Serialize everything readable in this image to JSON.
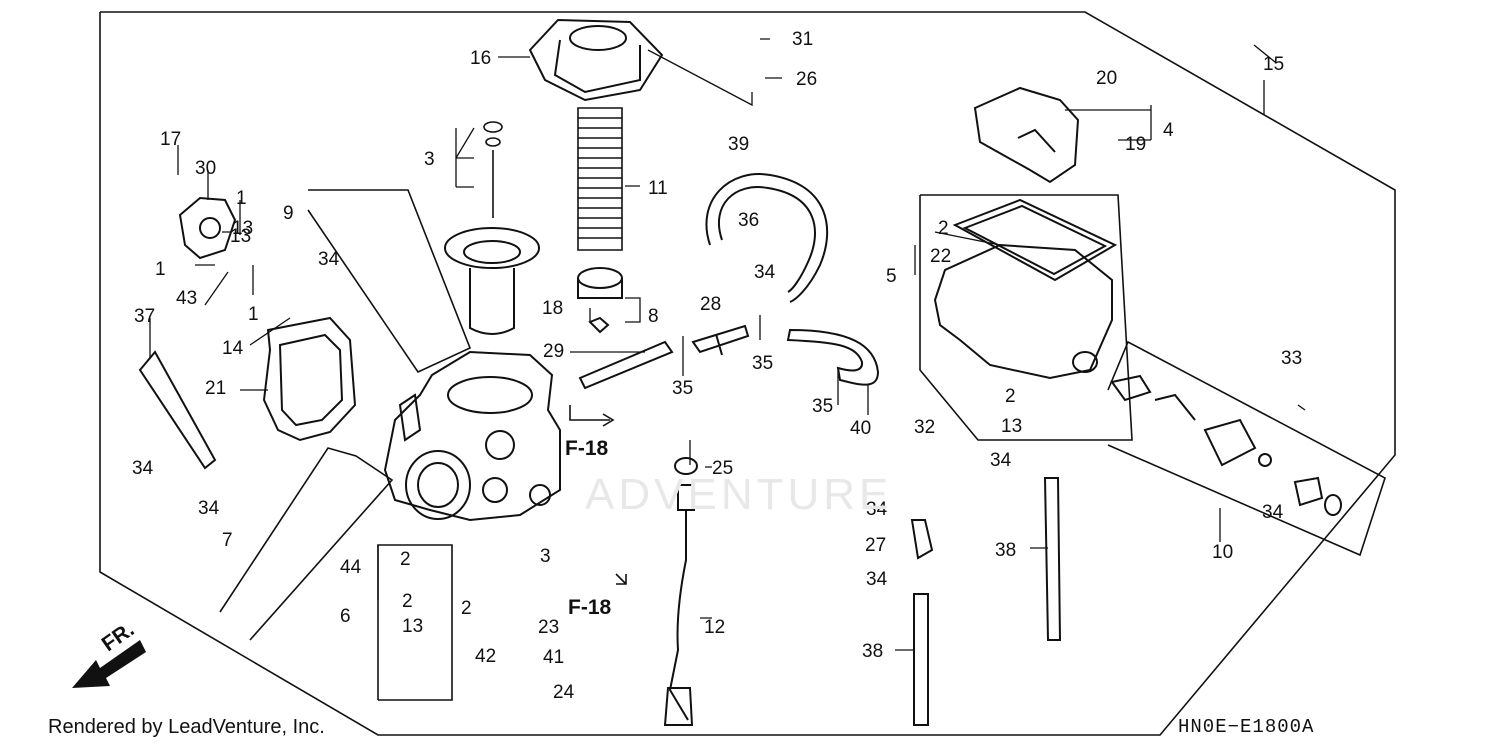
{
  "footer": {
    "rendered_by": "Rendered by LeadVenture, Inc."
  },
  "diagram_code": "HN0E−E1800A",
  "watermark": "ADVENTURE",
  "front_marker": "FR.",
  "callouts": [
    "1",
    "1",
    "1",
    "2",
    "2",
    "2",
    "2",
    "2",
    "3",
    "3",
    "4",
    "5",
    "6",
    "7",
    "8",
    "9",
    "10",
    "11",
    "12",
    "13",
    "13",
    "13",
    "13",
    "14",
    "15",
    "16",
    "17",
    "18",
    "19",
    "20",
    "21",
    "22",
    "23",
    "24",
    "25",
    "26",
    "27",
    "28",
    "29",
    "30",
    "31",
    "32",
    "33",
    "34",
    "34",
    "34",
    "34",
    "34",
    "34",
    "34",
    "34",
    "35",
    "35",
    "35",
    "36",
    "37",
    "38",
    "38",
    "39",
    "40",
    "41",
    "42",
    "43",
    "44"
  ],
  "refs": [
    "F-18",
    "F-18"
  ]
}
